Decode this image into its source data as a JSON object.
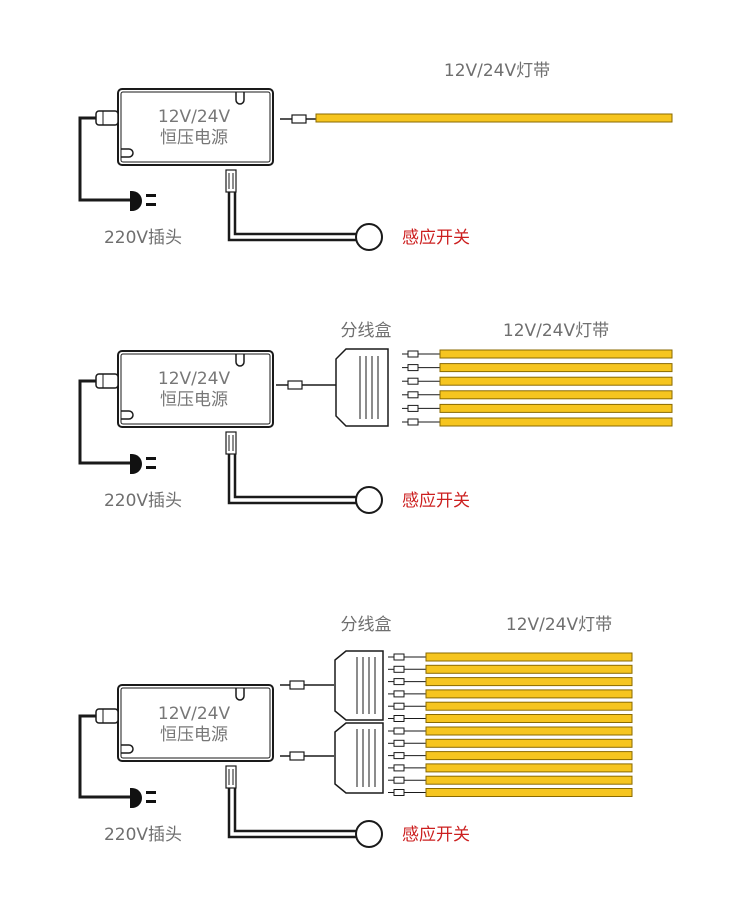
{
  "colors": {
    "strip_fill": "#f6c51f",
    "strip_stroke": "#8a6a00",
    "line": "#1a1a1a",
    "label_gray": "#6f6f6f",
    "label_red": "#cc1f1f"
  },
  "diagrams": [
    {
      "psu_line1": "12V/24V",
      "psu_line2": "恒压电源",
      "plug_label": "220V插头",
      "sensor_label": "感应开关",
      "strip_label": "12V/24V灯带",
      "strip_count": 1,
      "junction_boxes": 0
    },
    {
      "psu_line1": "12V/24V",
      "psu_line2": "恒压电源",
      "plug_label": "220V插头",
      "sensor_label": "感应开关",
      "strip_label": "12V/24V灯带",
      "junction_label": "分线盒",
      "strip_count": 6,
      "junction_boxes": 1
    },
    {
      "psu_line1": "12V/24V",
      "psu_line2": "恒压电源",
      "plug_label": "220V插头",
      "sensor_label": "感应开关",
      "strip_label": "12V/24V灯带",
      "junction_label": "分线盒",
      "strip_count": 12,
      "junction_boxes": 2
    }
  ]
}
